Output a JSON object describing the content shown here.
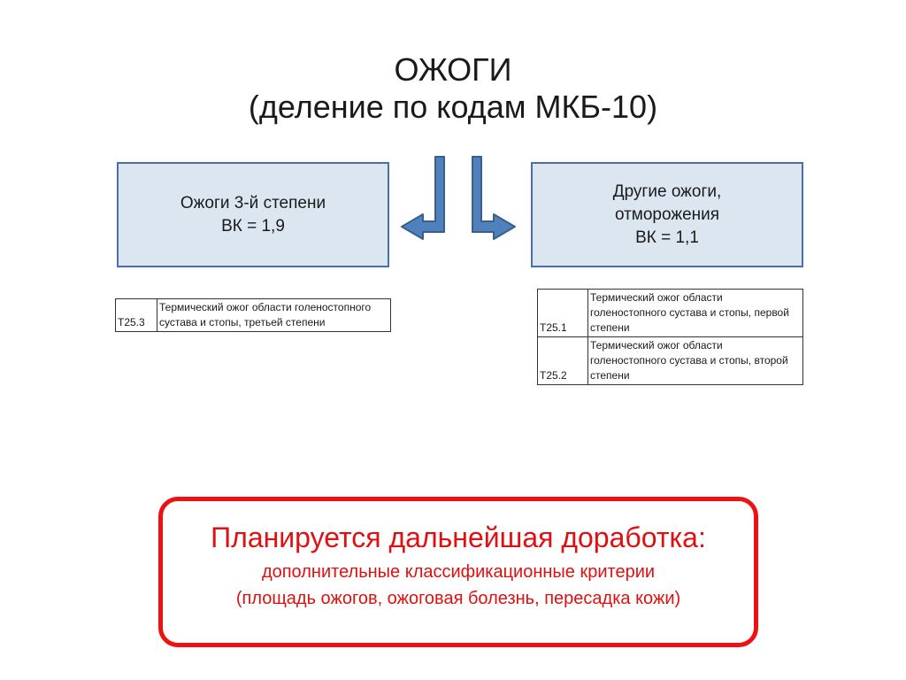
{
  "title": {
    "line1": "ОЖОГИ",
    "line2": "(деление по кодам МКБ-10)"
  },
  "left_box": {
    "line1": "Ожоги 3-й степени",
    "line2": "ВК = 1,9"
  },
  "right_box": {
    "line1": "Другие ожоги,",
    "line2": "отморожения",
    "line3": "ВК = 1,1"
  },
  "left_table": {
    "rows": [
      {
        "code": "T25.3",
        "description": "Термический ожог области голеностопного сустава и стопы, третьей степени"
      }
    ]
  },
  "right_table": {
    "rows": [
      {
        "code": "T25.1",
        "description": "Термический ожог области голеностопного сустава и стопы, первой степени"
      },
      {
        "code": "T25.2",
        "description": "Термический ожог области голеностопного сустава и стопы, второй степени"
      }
    ]
  },
  "note": {
    "title": "Планируется дальнейшая доработка:",
    "line1": "дополнительные классификационные критерии",
    "line2": "(площадь ожогов, ожоговая болезнь, пересадка кожи)"
  },
  "colors": {
    "box_fill": "#dce6f1",
    "box_border": "#4a6fa5",
    "arrow_fill": "#4f81bd",
    "arrow_stroke": "#3a5f8f",
    "note_red": "#ee1111"
  }
}
